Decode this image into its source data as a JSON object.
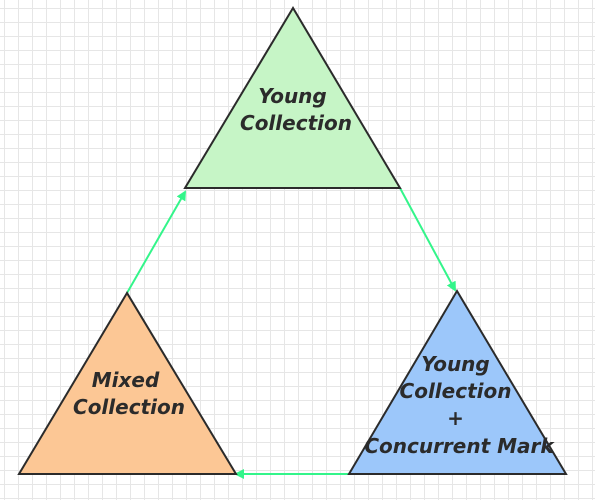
{
  "diagram": {
    "nodes": [
      {
        "id": "young-collection",
        "lines": [
          "Young",
          "Collection"
        ],
        "fill": "#c6f5c6"
      },
      {
        "id": "young-collection-concurrent-mark",
        "lines": [
          "Young",
          "Collection",
          "+",
          "Concurrent Mark"
        ],
        "fill": "#9cc7fa"
      },
      {
        "id": "mixed-collection",
        "lines": [
          "Mixed",
          "Collection"
        ],
        "fill": "#fcc795"
      }
    ],
    "edges": [
      {
        "from": "young-collection",
        "to": "young-collection-concurrent-mark"
      },
      {
        "from": "young-collection-concurrent-mark",
        "to": "mixed-collection"
      },
      {
        "from": "mixed-collection",
        "to": "young-collection"
      }
    ],
    "colors": {
      "arrow": "#33f58a",
      "outline": "#2b2b2b",
      "text": "#2b2b2b",
      "grid": "#e6e6e6"
    }
  }
}
